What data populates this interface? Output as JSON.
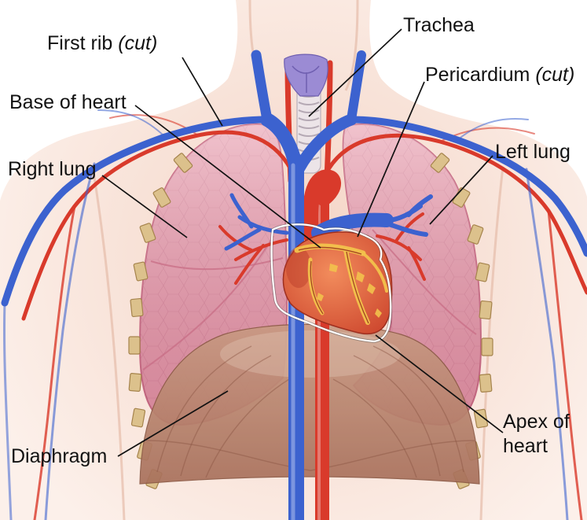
{
  "labels": {
    "first_rib": {
      "text": "First rib",
      "note": "(cut)"
    },
    "trachea": {
      "text": "Trachea"
    },
    "pericardium": {
      "text": "Pericardium",
      "note": "(cut)"
    },
    "base_of_heart": {
      "text": "Base of heart"
    },
    "left_lung": {
      "text": "Left lung"
    },
    "right_lung": {
      "text": "Right lung"
    },
    "apex_of_heart": {
      "line1": "Apex of",
      "line2": "heart"
    },
    "diaphragm": {
      "text": "Diaphragm"
    }
  },
  "colors": {
    "skin": "#f4d4c5",
    "lung": "#e9a2b2",
    "lung_edge": "#c86d86",
    "vein": "#3c62cf",
    "artery": "#d93a2b",
    "heart": "#cf4a30",
    "fat": "#f2c24c",
    "diaphragm": "#a8705b",
    "rib": "#dcc18c",
    "trachea": "#ece4e8",
    "larynx": "#9b8bd4",
    "pericardium": "#ffffff",
    "leader_line": "#111111",
    "label_text": "#111111"
  }
}
